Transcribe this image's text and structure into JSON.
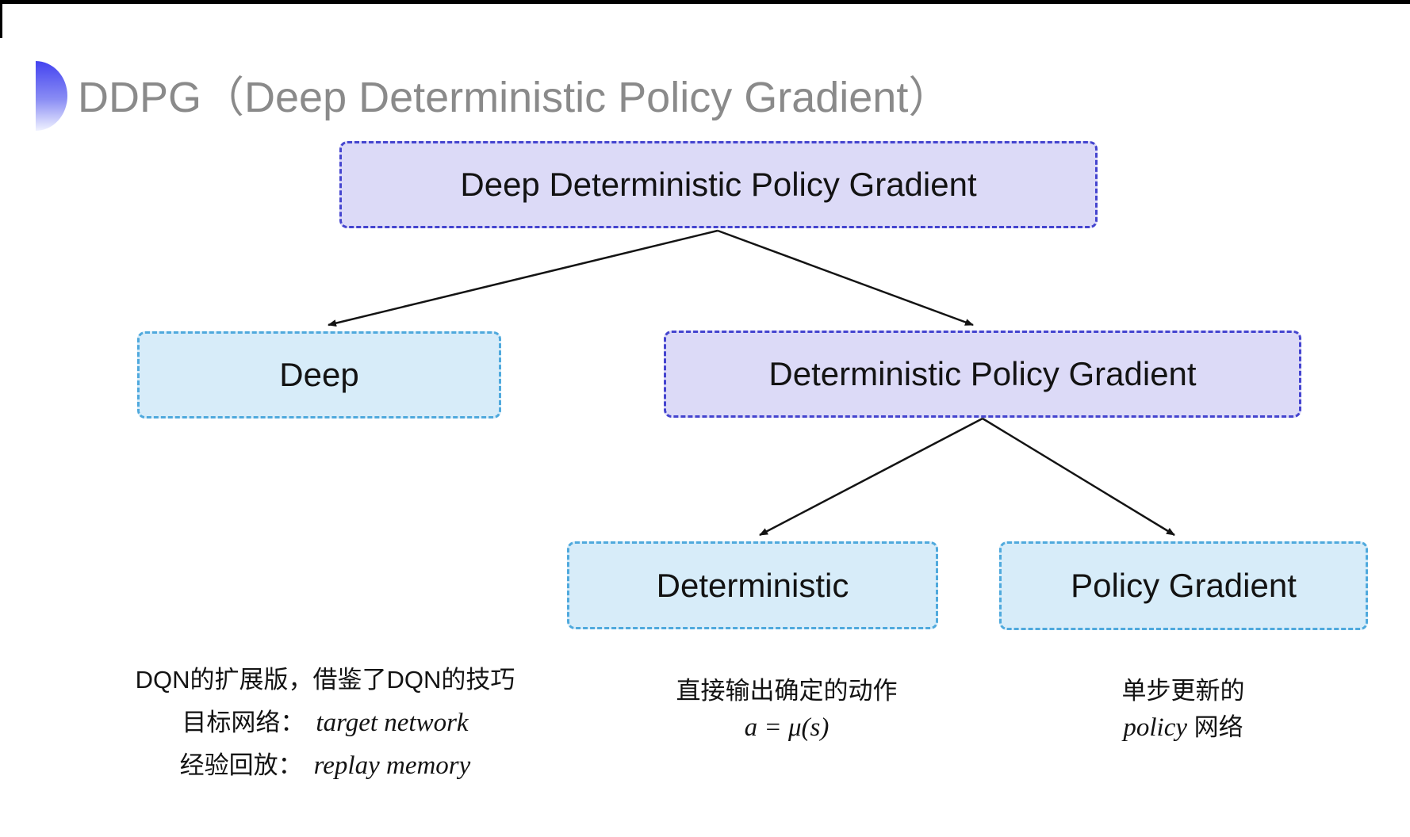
{
  "header": {
    "title": "DDPG（Deep Deterministic Policy Gradient）",
    "icon": "blue-gradient-half-circle"
  },
  "theme": {
    "--purple-fill": "#dcdaf7",
    "--purple-border": "#4444cf",
    "--cyan-fill": "#d7ecf9",
    "--cyan-border": "#4fa9dd",
    "--arrow": "#141414",
    "--title-color": "#8a8a8a",
    "--text-color": "#131313",
    "--icon-top": "#4343f0",
    "--icon-bottom": "#f0f2ff"
  },
  "diagram": {
    "nodes": {
      "root": {
        "label": "Deep Deterministic Policy Gradient",
        "variant": "purple"
      },
      "deep": {
        "label": "Deep",
        "variant": "cyan"
      },
      "dpg": {
        "label": "Deterministic Policy Gradient",
        "variant": "purple"
      },
      "det": {
        "label": "Deterministic",
        "variant": "cyan"
      },
      "pg": {
        "label": "Policy Gradient",
        "variant": "cyan"
      }
    },
    "edges": [
      {
        "from": "root",
        "to": "deep"
      },
      {
        "from": "root",
        "to": "dpg"
      },
      {
        "from": "dpg",
        "to": "det"
      },
      {
        "from": "dpg",
        "to": "pg"
      }
    ]
  },
  "annotations": {
    "deep_notes": {
      "line1": "DQN的扩展版，借鉴了DQN的技巧",
      "line2_label": "目标网络：",
      "line2_value": "target network",
      "line3_label": "经验回放：",
      "line3_value": "replay memory"
    },
    "det_notes": {
      "line1": "直接输出确定的动作",
      "line2": "a = μ(s)"
    },
    "pg_notes": {
      "line1": "单步更新的",
      "line2_italic": "policy",
      "line2_rest": " 网络"
    }
  }
}
